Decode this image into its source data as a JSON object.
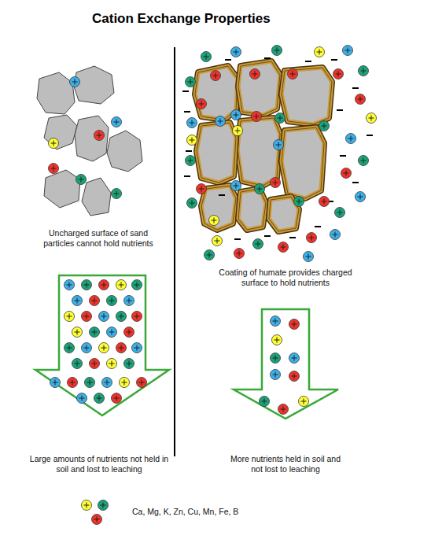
{
  "diagram": {
    "title": "Cation Exchange Properties",
    "labels": [
      "Uncharged surface of sand particles cannot hold nutrients",
      "Coating of humate provides charged surface to hold nutrients",
      "Large amounts of nutrients not held in soil and lost to leaching",
      "More nutrients held in soil and not lost to leaching"
    ],
    "legend": [
      {
        "text": "Ca, Mg, K, Zn, Cu, Mn, Fe, B"
      }
    ]
  }
}
